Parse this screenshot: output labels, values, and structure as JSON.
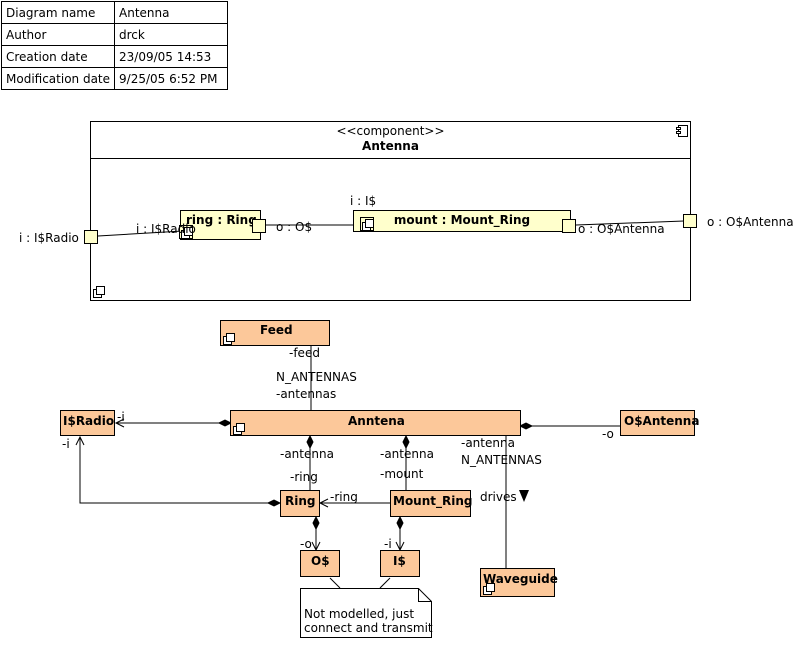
{
  "info_table": [
    {
      "key": "Diagram name",
      "value": "Antenna"
    },
    {
      "key": "Author",
      "value": "drck"
    },
    {
      "key": "Creation date",
      "value": "23/09/05 14:53"
    },
    {
      "key": "Modification date",
      "value": "9/25/05 6:52 PM"
    }
  ],
  "component": {
    "stereotype": "<<component>>",
    "name": "Antenna",
    "port_in": "i : I$Radio",
    "port_out": "o : O$Antenna",
    "ring_part": "ring : Ring",
    "ring_port_in": "i : I$Radio",
    "ring_port_out": "o : O$",
    "mount_part": "mount : Mount_Ring",
    "mount_port_in": "i : I$",
    "mount_port_out": "o : O$Antenna"
  },
  "classes": {
    "feed": "Feed",
    "anntena": "Anntena",
    "iradio": "I$Radio",
    "oantenna": "O$Antenna",
    "ring": "Ring",
    "mount_ring": "Mount_Ring",
    "odollar": "O$",
    "idollar": "I$",
    "waveguide": "Waveguide"
  },
  "labels": {
    "feed_role": "-feed",
    "n_antennas_1": "N_ANTENNAS",
    "antennas_role": "-antennas",
    "i_role_left": "-i",
    "i_role_below": "-i",
    "o_role_right": "-o",
    "ring_antenna": "-antenna",
    "ring_role": "-ring",
    "mount_antenna": "-antenna",
    "mount_role": "-mount",
    "wg_antenna": "-antenna",
    "n_antennas_2": "N_ANTENNAS",
    "drives": "drives",
    "ring_to_mount": "-ring",
    "ring_o": "-o",
    "mount_i": "-i"
  },
  "note": {
    "line1": "Not modelled, just",
    "line2": "connect and transmit"
  }
}
